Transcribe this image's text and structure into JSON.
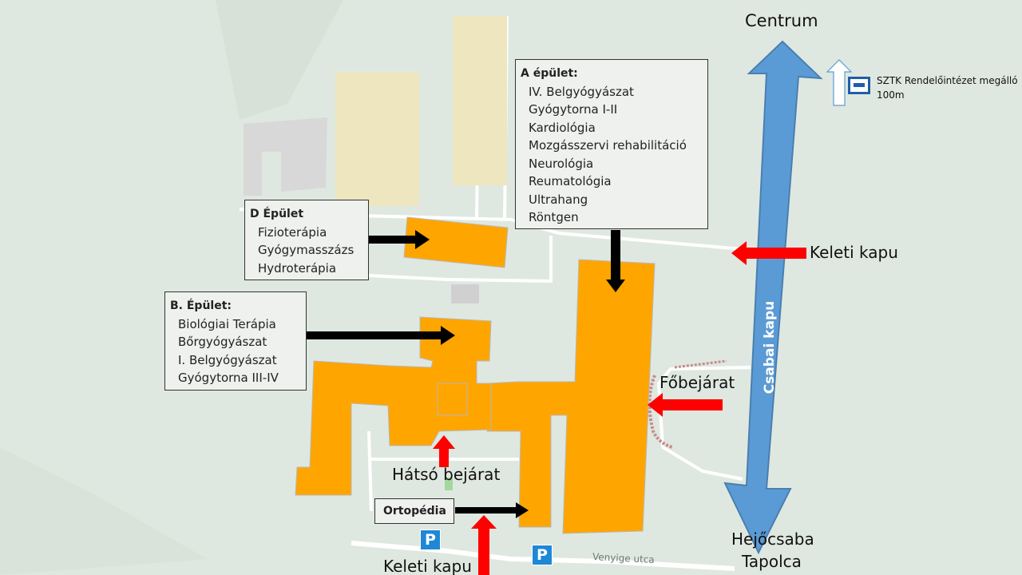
{
  "colors": {
    "building": "#ffa500",
    "road": "#ffffff",
    "background": "#dfe8e0",
    "arrow_blue": "#5b9bd5",
    "arrow_red": "#ff0000",
    "arrow_black": "#000000",
    "parking": "#1e88d6",
    "bus_stop_border": "#1f5ea8"
  },
  "buildings": {
    "a": {
      "title": "A épület:",
      "departments": [
        "IV.  Belgyógyászat",
        "Gyógytorna I-II",
        "Kardiológia",
        "Mozgásszervi  rehabilitáció",
        "Neurológia",
        "Reumatológia",
        "Ultrahang",
        "Röntgen"
      ]
    },
    "d": {
      "title": "D Épület",
      "departments": [
        "Fizioterápia",
        "Gyógymasszázs",
        "Hydroterápia"
      ]
    },
    "b": {
      "title": "B. Épület:",
      "departments": [
        "Biológiai Terápia",
        "Bőrgyógyászat",
        "I. Belgyógyászat",
        "Gyógytorna III-IV"
      ]
    },
    "ortopedia": {
      "title": "Ortopédia"
    }
  },
  "labels": {
    "centrum": "Centrum",
    "csabai_kapu": "Csabai kapu",
    "keleti_kapu_east": "Keleti kapu",
    "keleti_kapu_south": "Keleti kapu",
    "fobejarat": "Főbejárat",
    "hatso_bejarat": "Hátsó bejárat",
    "hejocsaba": "Hejőcsaba",
    "tapolca": "Tapolca",
    "street": "Venyige utca",
    "parking": "P"
  },
  "bus_stop": {
    "icon": "bus-stop-icon",
    "name": "SZTK Rendelőintézet megálló",
    "distance": "100m"
  }
}
